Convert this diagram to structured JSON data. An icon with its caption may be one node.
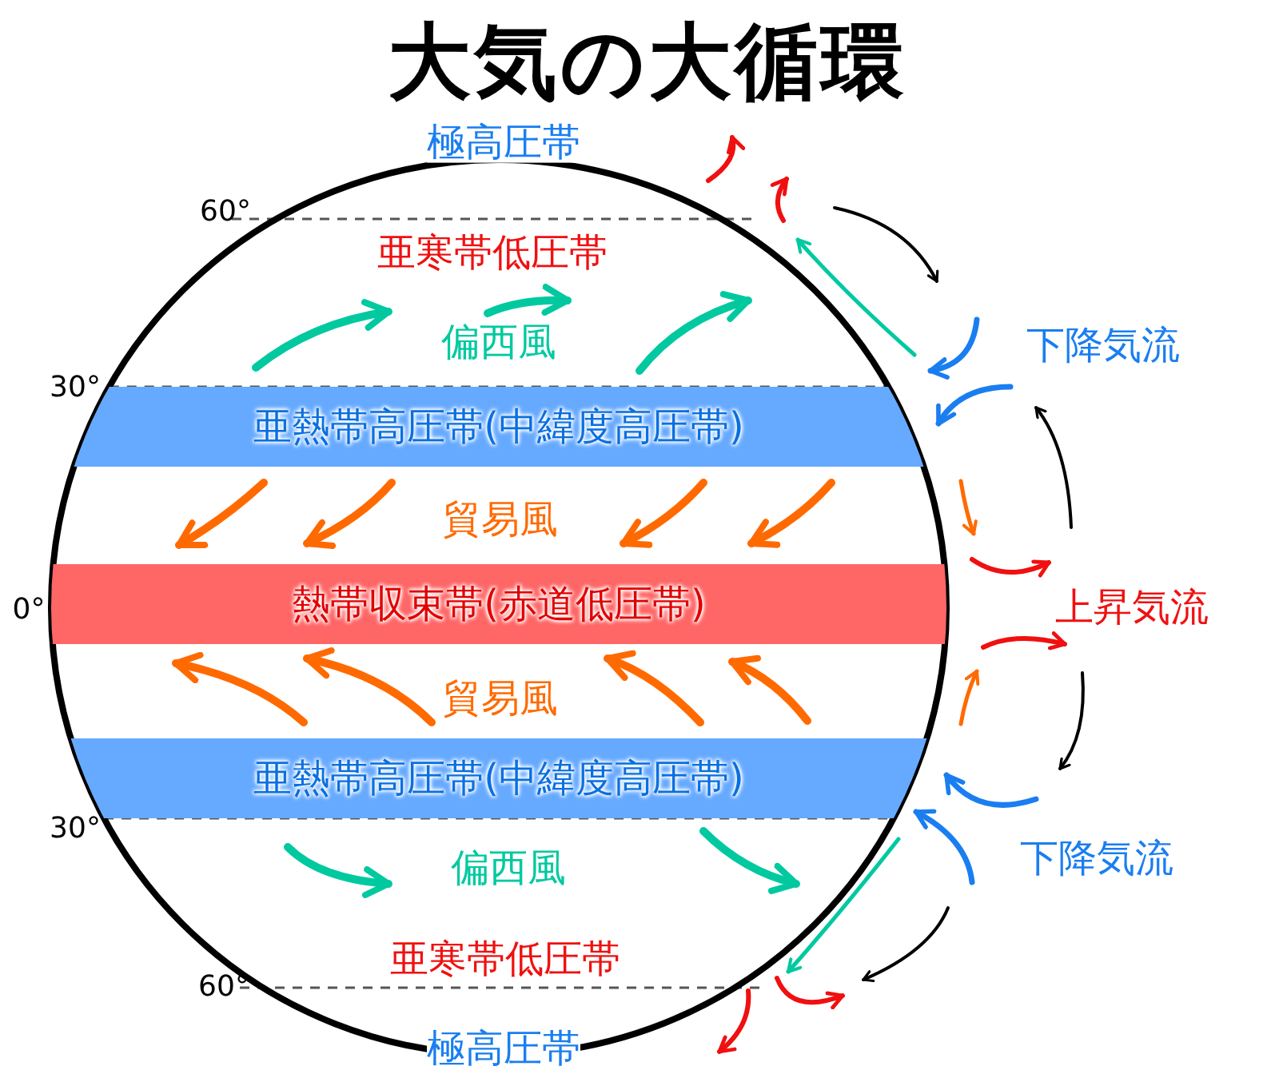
{
  "diagram": {
    "title": "大気の大循環",
    "nodes": [
      {
        "text": [
          "亜熱帯高圧帯(中緯度高圧帯)"
        ]
      },
      {
        "text": [
          "熱帯収束帯(赤道低圧帯)"
        ]
      },
      {
        "text": [
          "亜熱帯高圧帯(中緯度高圧帯)"
        ]
      }
    ],
    "edges": [],
    "labels": [
      "極高圧帯",
      "60°",
      "亜寒帯低圧帯",
      "偏西風",
      "下降気流",
      "30°",
      "貿易風",
      "上昇気流",
      "0°",
      "貿易風",
      "30°",
      "下降気流",
      "偏西風",
      "亜寒帯低圧帯",
      "60°",
      "極高圧帯"
    ]
  }
}
